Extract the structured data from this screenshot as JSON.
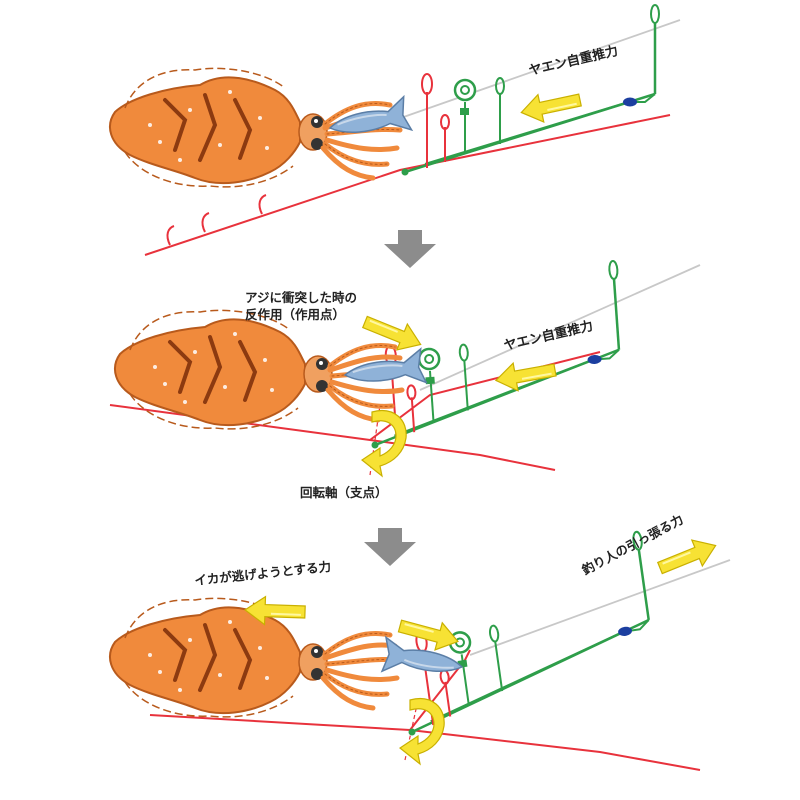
{
  "labels": {
    "panel1_push": "ヤエン自重推力",
    "panel2_impact": "アジに衝突した時の",
    "panel2_impact_sub": "反作用（作用点）",
    "panel2_push": "ヤエン自重推力",
    "panel2_pivot": "回転軸（支点）",
    "panel3_pull": "釣り人の引っ張る力",
    "panel3_squid_escape": "イカが逃げようとする力"
  },
  "colors": {
    "line": "#e8323c",
    "yaen": "#2e9e4a",
    "arrow": "#f7e234",
    "squid": "#f08a3c",
    "squid_dark": "#b85a1c",
    "fish": "#8fb2d8",
    "step_arrow": "#8c8c8c"
  },
  "icons": [
    "squid-icon",
    "fish-icon",
    "yaen-rig-icon",
    "step-arrow-icon"
  ]
}
